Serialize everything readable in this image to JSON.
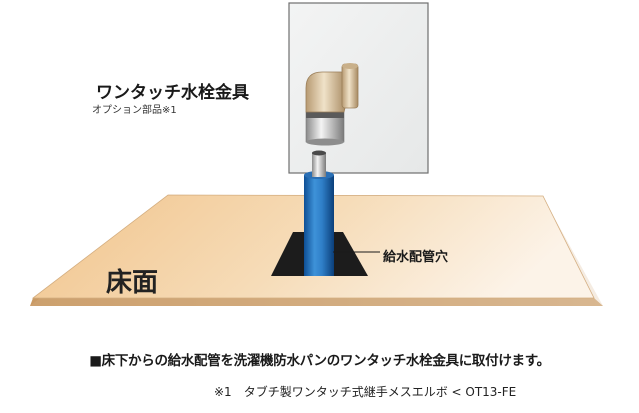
{
  "diagram": {
    "fitting_name": "ワンタッチ水栓金具",
    "fitting_note": "オプション部品※1",
    "hole_label": "給水配管穴",
    "floor_label": "床面"
  },
  "caption": "■床下からの給水配管を洗濯機防水パンのワンタッチ水栓金具に取付けます。",
  "footnote": "※1　タブチ製ワンタッチ式継手メスエルボ < OT13-FE"
}
